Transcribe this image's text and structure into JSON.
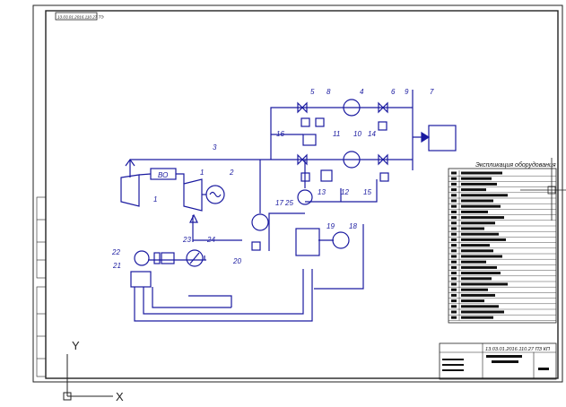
{
  "sheet": {
    "code_stamp": "13.03.01.2016.110.27 ТЭ",
    "title_block_code": "13.03.01.2016.110.27 ПЗ КП"
  },
  "spec_table": {
    "header": "Экспликация оборудования",
    "row_count": 27
  },
  "labels": {
    "vo": "ВО",
    "axis_x": "X",
    "axis_y": "Y"
  },
  "callouts": [
    "1",
    "2",
    "3",
    "4",
    "5",
    "6",
    "7",
    "8",
    "9",
    "10",
    "11",
    "12",
    "13",
    "14",
    "15",
    "16",
    "17",
    "18",
    "19",
    "20",
    "21",
    "22",
    "23",
    "24",
    "25"
  ],
  "colors": {
    "scheme": "#1a1aa0",
    "frame": "#222222",
    "background": "#ffffff"
  }
}
